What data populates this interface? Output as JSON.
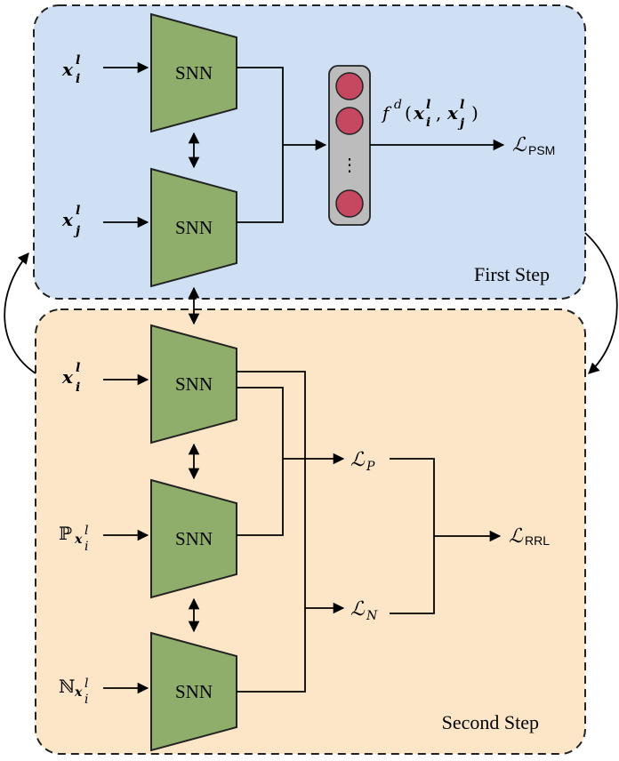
{
  "snn_label": "SNN",
  "first_step_label": "First Step",
  "second_step_label": "Second Step",
  "colors": {
    "first_step_bg": "#cfe0f5",
    "second_step_bg": "#fce6c7",
    "snn_fill": "#8fae6b",
    "snn_stroke": "#222222",
    "node_fill": "#c64860",
    "node_panel": "#bcbcbc"
  },
  "inputs": {
    "first_xi": {
      "base": "x",
      "sub": "i",
      "sup": "l"
    },
    "first_xj": {
      "base": "x",
      "sub": "j",
      "sup": "l"
    },
    "second_xi": {
      "base": "x",
      "sub": "i",
      "sup": "l"
    },
    "positive_set": {
      "base": "ℙ",
      "sub_base": "x",
      "sub_sub": "i",
      "sub_sup": "l"
    },
    "negative_set": {
      "base": "ℕ",
      "sub_base": "x",
      "sub_sub": "i",
      "sub_sup": "l"
    }
  },
  "similarity_function": {
    "f": "f",
    "sup": "d",
    "open": "(",
    "a": "x",
    "a_sub": "i",
    "a_sup": "l",
    "comma": ",",
    "b": "x",
    "b_sub": "j",
    "b_sup": "l",
    "close": ")"
  },
  "losses": {
    "psm": {
      "symbol": "ℒ",
      "sub": "PSM"
    },
    "positive": {
      "symbol": "ℒ",
      "sub": "P"
    },
    "negative": {
      "symbol": "ℒ",
      "sub": "N"
    },
    "rrl": {
      "symbol": "ℒ",
      "sub": "RRL"
    }
  },
  "vertical_dots": "⋮"
}
